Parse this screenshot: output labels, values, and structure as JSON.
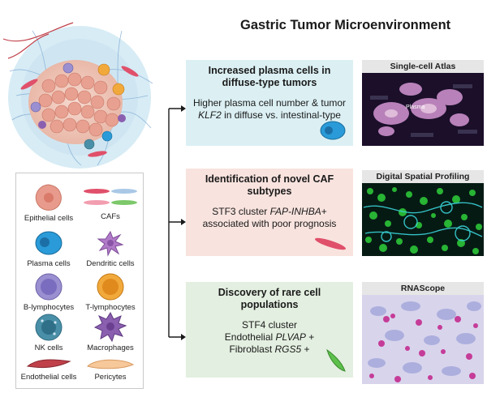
{
  "title": "Gastric Tumor Microenvironment",
  "legend": {
    "items": [
      {
        "label": "Epithelial cells",
        "icon": "epithelial-cell-icon"
      },
      {
        "label": "CAFs",
        "icon": "caf-icon"
      },
      {
        "label": "Plasma cells",
        "icon": "plasma-cell-icon"
      },
      {
        "label": "Dendritic cells",
        "icon": "dendritic-cell-icon"
      },
      {
        "label": "B-lymphocytes",
        "icon": "b-lymphocyte-icon"
      },
      {
        "label": "T-lymphocytes",
        "icon": "t-lymphocyte-icon"
      },
      {
        "label": "NK cells",
        "icon": "nk-cell-icon"
      },
      {
        "label": "Macrophages",
        "icon": "macrophage-icon"
      },
      {
        "label": "Endothelial cells",
        "icon": "endothelial-cell-icon"
      },
      {
        "label": "Pericytes",
        "icon": "pericyte-icon"
      }
    ]
  },
  "findings": [
    {
      "heading": "Increased plasma cells in diffuse-type tumors",
      "body_pre": "Higher plasma cell number & tumor ",
      "body_italic": "KLF2",
      "body_post": " in diffuse vs. intestinal-type",
      "color": "#dcf0f4"
    },
    {
      "heading": "Identification of novel CAF subtypes",
      "body_pre": "STF3 cluster ",
      "body_italic": "FAP-INHBA",
      "body_post": "+ associated with poor prognosis",
      "color": "#f8e3de"
    },
    {
      "heading": "Discovery of rare cell populations",
      "line1": "STF4 cluster",
      "line2_pre": "Endothelial ",
      "line2_italic": "PLVAP",
      "line2_post": " +",
      "line3_pre": "Fibroblast ",
      "line3_italic": "RGS5",
      "line3_post": " +",
      "color": "#e3efe0"
    }
  ],
  "panels": [
    {
      "title": "Single-cell Atlas",
      "label": "Plasma"
    },
    {
      "title": "Digital Spatial Profiling"
    },
    {
      "title": "RNAScope"
    }
  ]
}
